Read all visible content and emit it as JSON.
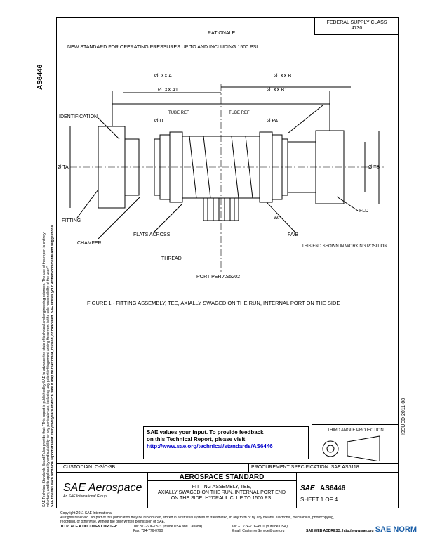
{
  "header": {
    "rationale_title": "RATIONALE",
    "rationale_text": "NEW STANDARD FOR OPERATING PRESSURES UP TO AND INCLUDING 1500 PSI",
    "fed_box_line1": "FEDERAL SUPPLY CLASS",
    "fed_box_line2": "4730",
    "side_tag": "AS6446"
  },
  "left_margin_text": {
    "line1": "SAE Technical Standards Board Rules provide that: “This report is published by SAE to advance the state of technical and engineering sciences. The use of this report is entirely",
    "line2": "voluntary, and its applicability and suitability for any particular use, including any patent infringement arising therefrom, is the sole responsibility of the user.”",
    "line3": "SAE reviews each technical report at least every five years at which time it may be reaffirmed, revised, or cancelled. SAE invites your written comments and suggestions."
  },
  "right_margin_text": "ISSUED 2011-08",
  "drawing": {
    "labels": {
      "dim_a_top": "Ø .XX A",
      "dim_b_top": "Ø .XX B",
      "dim_a2": "Ø .XX A1",
      "dim_b2": "Ø .XX B1",
      "tube_ref_l": "TUBE REF",
      "tube_ref_r": "TUBE REF",
      "ident": "IDENTIFICATION",
      "dia_d": "Ø D",
      "dia_pa": "Ø PA",
      "dia_ta": "Ø TA",
      "dia_tb": "Ø TB",
      "fitting": "FITTING",
      "flats": "FLATS ACROSS",
      "thread": "THREAD",
      "port": "PORT PER AS5202",
      "fa_b": "FA/B",
      "wa": "WA",
      "fld": "FLD",
      "chamfer": "CHAMFER",
      "note": "THIS END SHOWN IN WORKING POSITION"
    },
    "caption": "FIGURE 1 - FITTING ASSEMBLY, TEE, AXIALLY SWAGED ON THE RUN, INTERNAL PORT ON THE SIDE"
  },
  "feedback": {
    "line1": "SAE values your input. To provide feedback",
    "line2": "on this Technical Report, please visit",
    "link": "http://www.sae.org/technical/standards/AS6446"
  },
  "projection_label": "THIRD ANGLE PROJECTION",
  "title_block": {
    "custodian": "CUSTODIAN: C-3/C-3B",
    "procurement": "PROCUREMENT SPECIFICATION: SAE AS6118",
    "logo_text": "SAE Aerospace",
    "logo_sub": "An SAE International Group",
    "standard_title": "AEROSPACE STANDARD",
    "desc1": "FITTING ASSEMBLY, TEE,",
    "desc2": "AXIALLY SWAGED ON THE RUN, INTERNAL PORT END",
    "desc3": "ON THE SIDE, HYDRAULIC, UP TO 1500 PSI",
    "sae_label": "SAE",
    "doc_no": "AS6446",
    "sheet": "SHEET 1 OF 4"
  },
  "footer": {
    "copyright": "Copyright 2011 SAE International",
    "rights": "All rights reserved. No part of this publication may be reproduced, stored in a retrieval system or transmitted, in any form or by any means, electronic, mechanical, photocopying,",
    "rights2": "recording, or otherwise, without the prior written permission of SAE.",
    "order_label": "TO PLACE A DOCUMENT ORDER:",
    "tel1": "Tel: 877-606-7323 (inside USA and Canada)",
    "tel2": "Tel: +1 724-776-4970 (outside USA)",
    "fax": "Fax: 724-776-0790",
    "email": "Email: CustomerService@sae.org",
    "web": "SAE WEB ADDRESS: http://www.sae.org",
    "watermark": "SAE NORM"
  }
}
